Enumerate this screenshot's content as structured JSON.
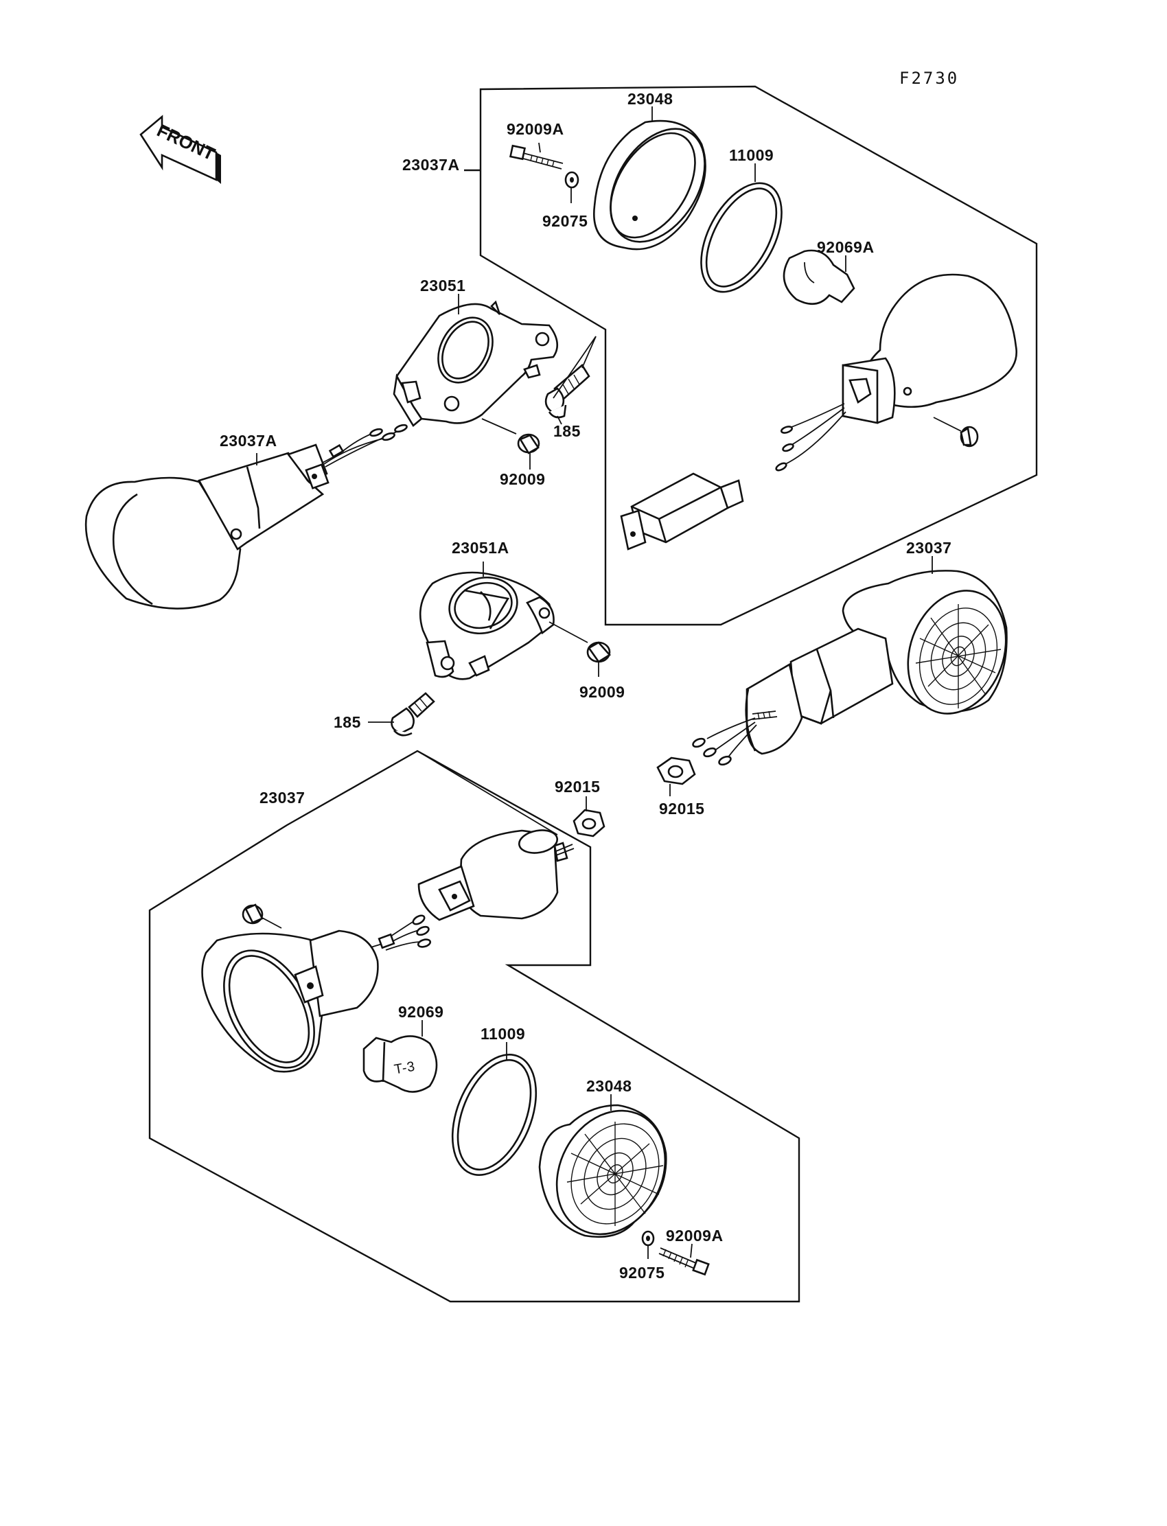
{
  "figure_code": "F2730",
  "front_label": "FRONT",
  "part_labels": {
    "p23037A_top": "23037A",
    "p92009A_top": "92009A",
    "p23048_top": "23048",
    "p11009_top": "11009",
    "p92075_top": "92075",
    "p92069A": "92069A",
    "p23051": "23051",
    "p185_top": "185",
    "p23037A_left": "23037A",
    "p92009_top": "92009",
    "p23051A": "23051A",
    "p23037_right": "23037",
    "p92009_mid": "92009",
    "p185_mid": "185",
    "p92015_right": "92015",
    "p23037_bottom": "23037",
    "p92015_bottom": "92015",
    "p92069": "92069",
    "p11009_bottom": "11009",
    "p23048_bottom": "23048",
    "p92009A_bottom": "92009A",
    "p92075_bottom": "92075"
  },
  "bulb_marking": "T-3"
}
